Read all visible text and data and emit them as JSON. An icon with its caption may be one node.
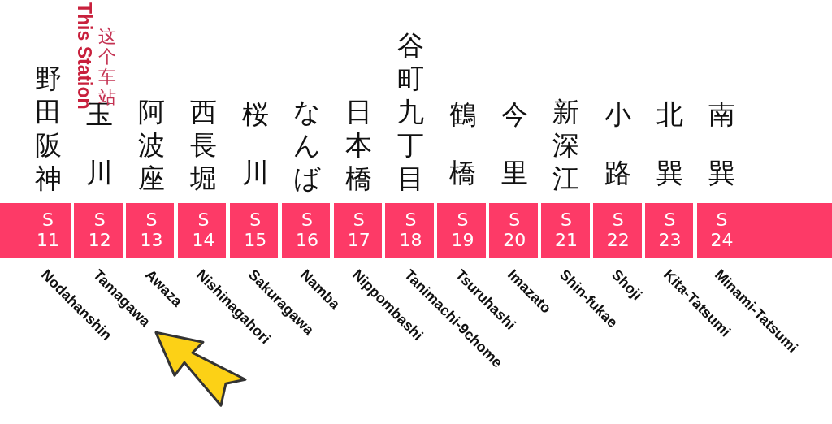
{
  "diagram": {
    "nodes": [
      {
        "text": [
          "S 11"
        ],
        "beside": [
          "野田阪神"
        ]
      },
      {
        "text": [
          "S 12"
        ],
        "beside": [
          "玉川"
        ]
      },
      {
        "text": [
          "S 13"
        ],
        "beside": [
          "阿波座"
        ]
      },
      {
        "text": [
          "S 14"
        ],
        "beside": [
          "西長堀"
        ]
      },
      {
        "text": [
          "S 15"
        ],
        "beside": [
          "桜川"
        ]
      },
      {
        "text": [
          "S 16"
        ],
        "beside": [
          "なんば"
        ]
      },
      {
        "text": [
          "S 17"
        ],
        "beside": [
          "日本橋"
        ]
      },
      {
        "text": [
          "S 18"
        ],
        "beside": [
          "谷町九丁目"
        ]
      },
      {
        "text": [
          "S 19"
        ],
        "beside": [
          "鶴橋"
        ]
      },
      {
        "text": [
          "S 20"
        ],
        "beside": [
          "今里"
        ]
      },
      {
        "text": [
          "S 21"
        ],
        "beside": [
          "新深江"
        ]
      },
      {
        "text": [
          "S 22"
        ],
        "beside": [
          "小路"
        ]
      },
      {
        "text": [
          "S 23"
        ],
        "beside": [
          "北巽"
        ]
      },
      {
        "text": [
          "S 24"
        ],
        "beside": [
          "南巽"
        ]
      },
      {
        "text": [
          "Tamagawa"
        ]
      }
    ],
    "edges": [
      {
        "from": null,
        "to": 14,
        "arrow": "to",
        "color": "#fcd116"
      }
    ],
    "labels": [
      "这个车站",
      "This Station",
      "Nodahanshin",
      "Awaza",
      "Nishinagahori",
      "Sakuragawa",
      "Namba",
      "Nippombashi",
      "Tanimachi-9chome",
      "Tsuruhashi",
      "Imazato",
      "Shin-fukae",
      "Shoji",
      "Kita-Tatsumi",
      "Minami-Tatsumi"
    ]
  }
}
